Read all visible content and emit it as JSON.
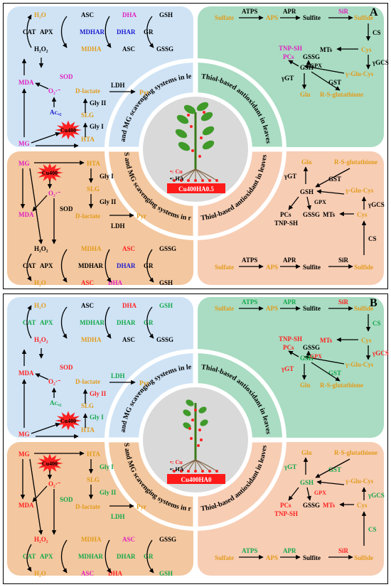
{
  "colors": {
    "blue_quad": "#cfe3f5",
    "green_quad": "#a9dcc2",
    "orange_quad": "#f3c79f",
    "salmon_quad": "#f7cdb4",
    "center_circle": "#d9d9d9",
    "red": "#ff2020",
    "green": "#13a84a",
    "orange": "#e39b1b",
    "blue": "#1a1ad0",
    "magenta": "#e020c0",
    "black": "#000000",
    "badge": "#ff1a1a"
  },
  "panelA": {
    "letter": "A",
    "center_label": "Cu400HA0.5",
    "legend_cu": "•: Cu",
    "legend_ha": "•: HA",
    "arc_tl": "ROS and MG scavenging systems in leaves",
    "arc_tr": "Thiol-based antioxidant in leaves",
    "arc_bl": "ROS and MG scavenging systems in roots",
    "arc_br": "Thiol-based antioxidant in leaves"
  },
  "panelB": {
    "letter": "B",
    "center_label": "Cu400HA0",
    "legend_cu": "•: Cu",
    "legend_ha": "•: HA",
    "arc_tl": "ROS and MG scavenging systems in leaves",
    "arc_tr": "Thiol-based antioxidant in leaves",
    "arc_bl": "ROS and MG scavenging systems in roots",
    "arc_br": "Thiol-based antioxidant in leaves"
  },
  "stress_label": "Cu400",
  "labels": {
    "h2o": "H₂O",
    "asc": "ASC",
    "dha": "DHA",
    "gsh": "GSH",
    "cat": "CAT",
    "apx": "APX",
    "mdhar": "MDHAR",
    "dhar": "DHAR",
    "gr": "GR",
    "h2o2": "H₂O₂",
    "mdha": "MDHA",
    "gssg": "GSSG",
    "mda": "MDA",
    "sod": "SOD",
    "o2": "O₂·⁻",
    "dlactate": "D-lactate",
    "ldh": "LDH",
    "pyr": "Pyr",
    "glyii": "Gly II",
    "slg": "SLG",
    "glyi": "Gly I",
    "aco2": "Aᴄₒ₂",
    "mg": "MG",
    "hta": "HTA",
    "sulfate": "Sulfate",
    "atps": "ATPS",
    "aps": "APS",
    "apr": "APR",
    "sulfite": "Sulfite",
    "sir": "SiR",
    "sulfide": "Sulfide",
    "cs": "CS",
    "cys": "Cys",
    "mts": "MTs",
    "ggcs": "γGCS",
    "gglucys": "γ-Glu-Cys",
    "gst": "GST",
    "rsg": "R-S-glutathione",
    "glu": "Glu",
    "ggt": "γGT",
    "gpx": "GPX",
    "tnpsh": "TNP-SH",
    "pcs": "PCs"
  }
}
